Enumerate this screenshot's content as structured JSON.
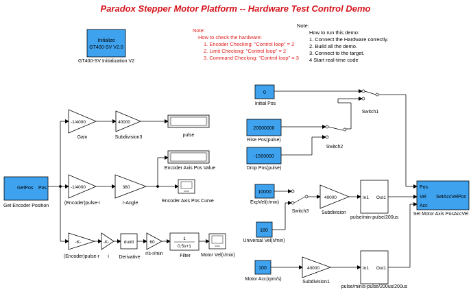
{
  "title": "Paradox Stepper Motor Platform -- Hardware Test Control Demo",
  "colors": {
    "block_fill": "#3ea2ef",
    "title_red": "#d4141c",
    "note_red": "#e0201e"
  },
  "note_left": {
    "heading": "Note:",
    "intro": "How to check the hardware:",
    "lines": [
      "1.  Encoder Checking: \"Control loop\" = 2",
      "2.  Limit Checking: \"Control loop\" = 2",
      "3.  Command Checking: \"Control loop\" = 3"
    ]
  },
  "note_right": {
    "heading": "Note:",
    "intro": "How to run this demo:",
    "lines": [
      "1.  Connect the Hardware correctly.",
      "2.  Build all the demo.",
      "3.  Connect to the target.",
      "4   Start real-time code"
    ]
  },
  "blocks": {
    "init": {
      "line1": "Initialize",
      "line2": "GT400-SV V2.0",
      "caption": "GT400-SV Initialization V2"
    },
    "getpos": {
      "left": "GetPos",
      "port": "Pos",
      "caption": "Get Encoder Position"
    },
    "gain": {
      "value": "-1/4000",
      "caption": "Gain"
    },
    "subdivision3": {
      "value": "40000",
      "caption": "Subdivision3"
    },
    "pulse_display": {
      "caption": "pulse"
    },
    "axis_pos_value": {
      "caption": "Encoder  Axis Pos  Value"
    },
    "pulse_r_gain": {
      "value": "-1/4000",
      "caption": "(Encoder)pulse-r"
    },
    "r_angle": {
      "value": "360",
      "caption": "r-Angle"
    },
    "axis_pos_curve": {
      "caption": "Encoder  Axis Pos  Curve"
    },
    "k_gain": {
      "value": "-K-",
      "caption": "(Encoder)pulse-r"
    },
    "i_gain": {
      "value": "-K-",
      "caption": "i"
    },
    "derivative": {
      "value": "du/dt",
      "caption": "Derivative"
    },
    "rs_rmin": {
      "value": "60",
      "caption": "r/s-r/min"
    },
    "filter": {
      "num": "1",
      "den": "0.5s+1",
      "caption": "Filter"
    },
    "motor_vel": {
      "caption": "Motor Vel(r/min)"
    },
    "initial_pos": {
      "value": "0",
      "caption": "Initial  Pos"
    },
    "rise_pos": {
      "value": "20000000",
      "caption": "Rise Pos(pulse)"
    },
    "drop_pos": {
      "value": "-1500000",
      "caption": "Drop Pos(pulse)"
    },
    "switch1": {
      "caption": "Switch1"
    },
    "switch2": {
      "caption": "Switch2"
    },
    "switch3": {
      "caption": "Switch3"
    },
    "exp_vel": {
      "value": "10000",
      "caption": "ExpVel(r/min)"
    },
    "universal_vel": {
      "value": "180",
      "caption": "Universal Vel(r/min)"
    },
    "subdivision": {
      "value": "40000",
      "caption": "Subdivision"
    },
    "conv1": {
      "in": "In1",
      "out": "Out1",
      "caption": "pulse/min-pulse/200us"
    },
    "motor_acc": {
      "value": "100",
      "caption": "Motor Acc(rpm/s)"
    },
    "subdivision1": {
      "value": "40000",
      "caption": "Subdivision1"
    },
    "conv2": {
      "in": "In1",
      "out": "Out1",
      "caption": "pulse/min/s-pulse/200us/200us"
    },
    "setaccvelpos": {
      "pos": "Pos",
      "vel": "Vel",
      "acc": "Acc",
      "name": "SetAccVelPos",
      "caption": "Set Motor Axis PosAccVel"
    }
  }
}
